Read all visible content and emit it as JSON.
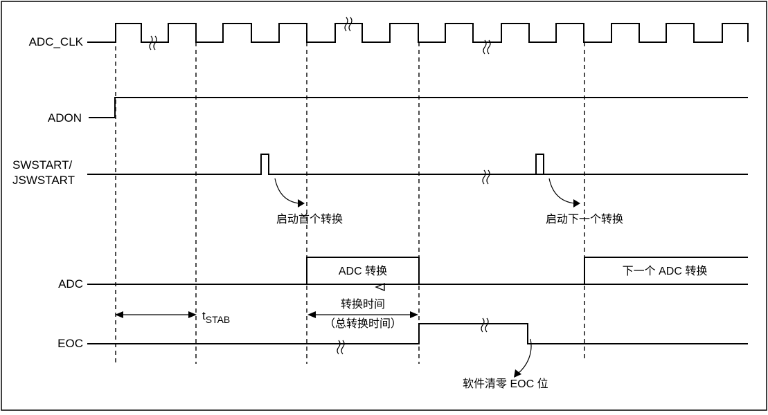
{
  "signals": {
    "adc_clk": "ADC_CLK",
    "adon": "ADON",
    "swstart_line1": "SWSTART/",
    "swstart_line2": "JSWSTART",
    "adc": "ADC",
    "eoc": "EOC"
  },
  "annotations": {
    "start_first": "启动首个转换",
    "start_next": "启动下一个转换",
    "adc_conversion": "ADC 转换",
    "next_adc_conversion": "下一个 ADC 转换",
    "conversion_time": "转换时间",
    "total_conversion_time": "（总转换时间）",
    "tstab_t": "t",
    "tstab_sub": "STAB",
    "eoc_clear": "软件清零 EOC 位"
  }
}
